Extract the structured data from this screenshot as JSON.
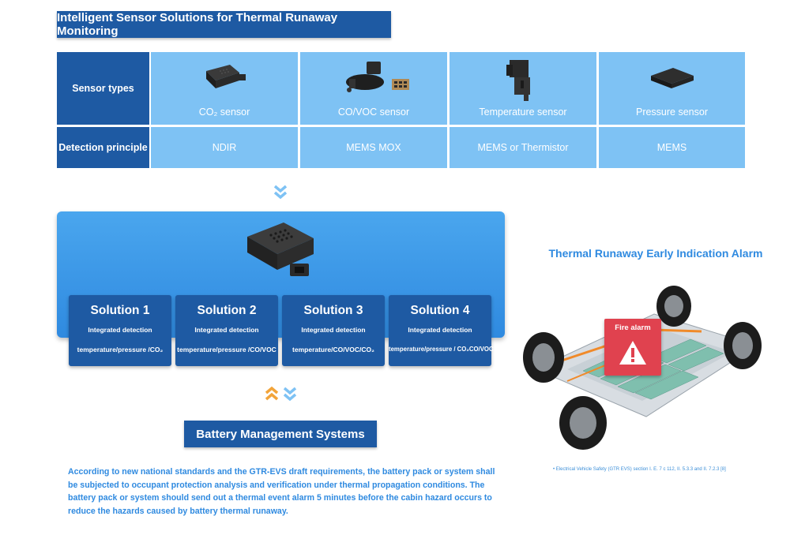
{
  "header": {
    "title": "Intelligent Sensor Solutions for Thermal Runaway Monitoring"
  },
  "table": {
    "row1_label": "Sensor types",
    "row2_label": "Detection principle",
    "sensors": [
      {
        "name": "CO₂ sensor",
        "principle": "NDIR",
        "icon": "co2-sensor-icon"
      },
      {
        "name": "CO/VOC sensor",
        "principle": "MEMS MOX",
        "icon": "co-voc-sensor-icon"
      },
      {
        "name": "Temperature sensor",
        "principle": "MEMS or Thermistor",
        "icon": "temperature-sensor-icon"
      },
      {
        "name": "Pressure sensor",
        "principle": "MEMS",
        "icon": "pressure-sensor-icon"
      }
    ]
  },
  "solutions": [
    {
      "title": "Solution 1",
      "line1": "Integrated detection",
      "line2": "temperature/pressure /CO₂"
    },
    {
      "title": "Solution 2",
      "line1": "Integrated detection",
      "line2": "temperature/pressure /CO/VOC"
    },
    {
      "title": "Solution 3",
      "line1": "Integrated detection",
      "line2": "temperature/CO/VOC/CO₂"
    },
    {
      "title": "Solution 4",
      "line1": "Integrated detection",
      "line2": "temperature/pressure / CO₂CO/VOC"
    }
  ],
  "bms": {
    "label": "Battery Management Systems"
  },
  "paragraph": "According to new national standards and the GTR-EVS draft requirements,  the battery pack or system shall be subjected to occupant protection analysis and verification under thermal propagation conditions. The battery pack or system should send out a thermal event alarm 5 minutes before the cabin hazard occurs to reduce the hazards caused by battery thermal runaway.",
  "alarm": {
    "title": "Thermal Runaway Early Indication Alarm",
    "fire_label": "Fire alarm",
    "footnote": "• Electrical Vehicle Safety (GTR EVS) section I. E. 7 c 112, II. 5.3.3 and II. 7.2.3 [8]"
  },
  "colors": {
    "dark_blue": "#1e5aa3",
    "light_blue": "#7ec2f4",
    "accent_blue": "#2f8ae0",
    "alarm_red": "#e0424f",
    "chevron_orange": "#f2a43a"
  }
}
